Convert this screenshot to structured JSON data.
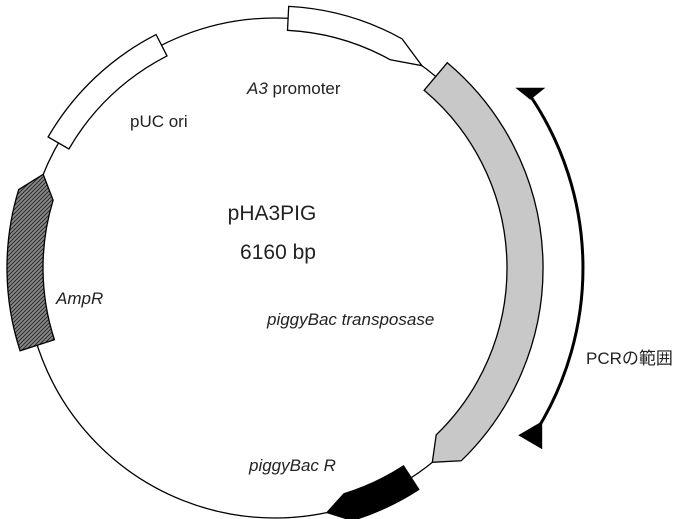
{
  "plasmid": {
    "name": "pHA3PIG",
    "size": "6160 bp"
  },
  "features": {
    "a3_promoter": {
      "label_italic": "A3",
      "label_rest": " promoter"
    },
    "puc_ori": {
      "label": "pUC ori"
    },
    "ampr": {
      "label": "AmpR"
    },
    "piggybac_transposase": {
      "label": "piggyBac transposase"
    },
    "piggybac_r": {
      "label": "piggyBac R"
    }
  },
  "pcr_range": {
    "label": "PCRの範囲"
  },
  "colors": {
    "backbone": "#000000",
    "a3_promoter": "#ffffff",
    "puc_ori": "#ffffff",
    "ampr": "#7a7a7a",
    "piggybac_transposase": "#c8c8c8",
    "piggybac_r": "#000000"
  },
  "icons": {
    "pcr_marker_start": "triangle-down",
    "pcr_marker_end": "triangle-left"
  }
}
